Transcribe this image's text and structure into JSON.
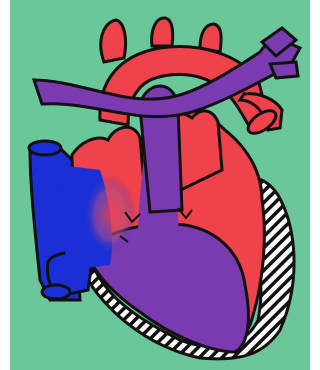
{
  "diagram": {
    "subject": "heart-illustration",
    "colors": {
      "background": "#6bc79a",
      "oxygenated": "#f0424a",
      "deoxygenated": "#1a2fd6",
      "mixed": "#7a3bb0",
      "outline": "#111111",
      "wall_hatch": "#ffffff"
    },
    "parts": [
      {
        "id": "aorta",
        "color_key": "oxygenated"
      },
      {
        "id": "pulmonary-artery",
        "color_key": "mixed"
      },
      {
        "id": "superior-vena-cava",
        "color_key": "deoxygenated"
      },
      {
        "id": "inferior-vena-cava",
        "color_key": "deoxygenated"
      },
      {
        "id": "right-atrium",
        "color_key": "deoxygenated"
      },
      {
        "id": "left-atrium",
        "color_key": "oxygenated"
      },
      {
        "id": "right-ventricle",
        "color_key": "mixed"
      },
      {
        "id": "left-ventricle",
        "color_key": "oxygenated"
      },
      {
        "id": "ventricular-wall",
        "color_key": "wall_hatch"
      }
    ]
  }
}
